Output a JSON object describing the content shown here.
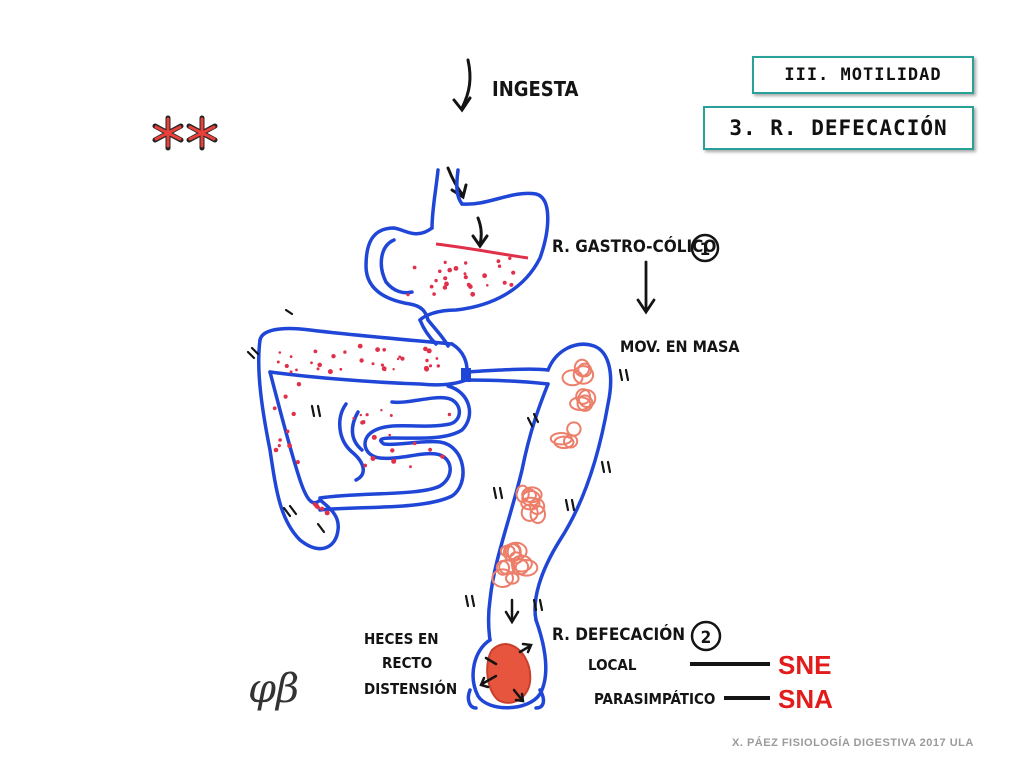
{
  "header": {
    "section": "III. MOTILIDAD",
    "subsection": "3. R. DEFECACIÓN"
  },
  "labels": {
    "ingestion": "INGESTA",
    "gastrocolic_reflex": "R. GASTRO-CÓLICO",
    "gastrocolic_step": "1",
    "mass_movement": "MOV. EN MASA",
    "feces_line1": "HECES EN",
    "feces_line2": "RECTO",
    "feces_line3": "DISTENSIÓN",
    "defecation_reflex": "R. DEFECACIÓN",
    "defecation_step": "2",
    "local": "LOCAL",
    "parasympathetic": "PARASIMPÁTICO",
    "sne": "SNE",
    "sna": "SNA",
    "signature": "φβ"
  },
  "footer": {
    "credit": "X. PÁEZ  FISIOLOGÍA DIGESTIVA 2017  ULA"
  },
  "colors": {
    "tract_outline": "#1f46d6",
    "content_dots": "#e0304a",
    "feces": "#ec7e6a",
    "feces_mass": "#e8553f",
    "label_red": "#e21b1b",
    "asterisk": "#e8403a"
  }
}
